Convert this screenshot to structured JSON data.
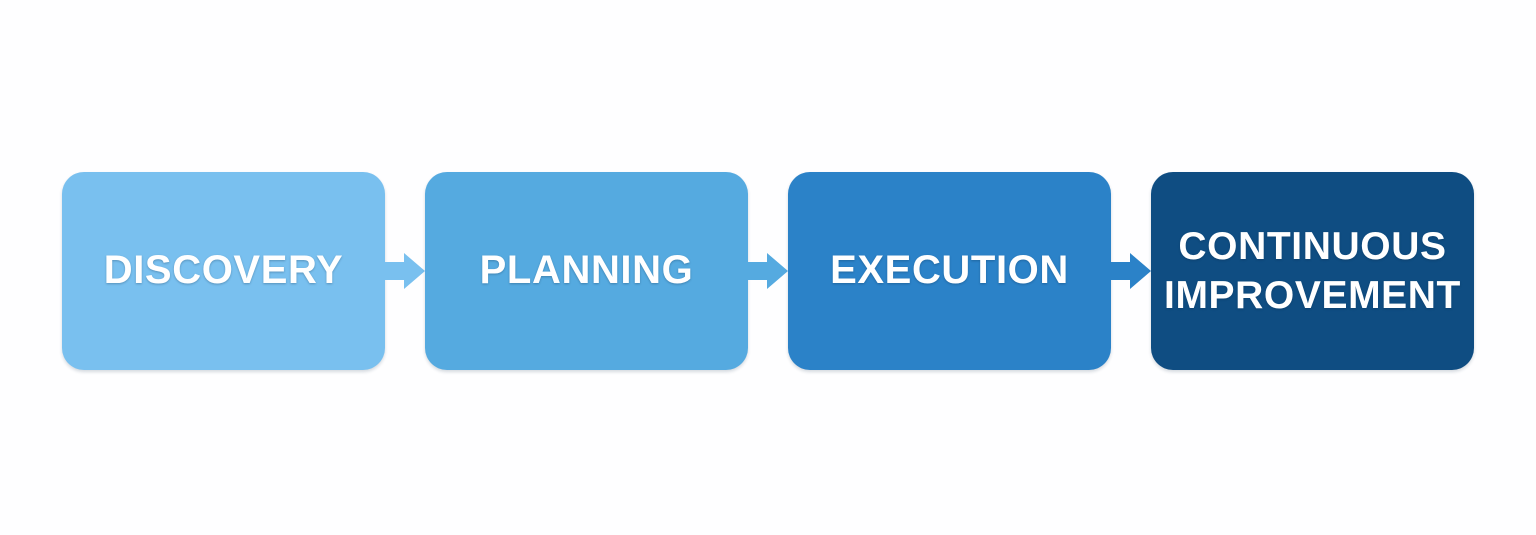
{
  "diagram": {
    "type": "process-flow",
    "orientation": "horizontal",
    "background_color": "#fefeff",
    "stage_count": 4,
    "connector_icon": "right-arrow-icon",
    "stages": [
      {
        "id": "discovery",
        "label": "DISCOVERY",
        "order": 1,
        "color": "#79c0ef",
        "text_color": "#ffffff",
        "lines": 1
      },
      {
        "id": "planning",
        "label": "PLANNING",
        "order": 2,
        "color": "#55aae0",
        "text_color": "#ffffff",
        "lines": 1
      },
      {
        "id": "execution",
        "label": "EXECUTION",
        "order": 3,
        "color": "#2b82c8",
        "text_color": "#ffffff",
        "lines": 1
      },
      {
        "id": "continuous-improvement",
        "label": "CONTINUOUS\nIMPROVEMENT",
        "order": 4,
        "color": "#0f4d82",
        "text_color": "#ffffff",
        "lines": 2
      }
    ],
    "connectors": [
      {
        "id": "discovery-to-planning",
        "from": "discovery",
        "to": "planning",
        "color": "#79c0ef"
      },
      {
        "id": "planning-to-execution",
        "from": "planning",
        "to": "execution",
        "color": "#55aae0"
      },
      {
        "id": "execution-to-continuous-improvement",
        "from": "execution",
        "to": "continuous-improvement",
        "color": "#2b82c8"
      }
    ]
  }
}
